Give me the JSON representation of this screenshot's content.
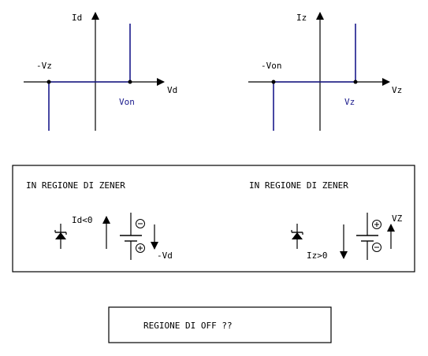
{
  "graph_left": {
    "y_axis_label": "Id",
    "x_axis_label": "Vd",
    "left_threshold_label": "-Vz",
    "right_threshold_label": "Von"
  },
  "graph_right": {
    "y_axis_label": "Iz",
    "x_axis_label": "Vz",
    "left_threshold_label": "-Von",
    "right_threshold_label": "Vz"
  },
  "zener_box": {
    "left": {
      "heading": "IN REGIONE DI ZENER",
      "current_label": "Id<0",
      "voltage_label": "-Vd"
    },
    "right": {
      "heading": "IN REGIONE DI ZENER",
      "current_label": "Iz>0",
      "voltage_label": "VZ"
    }
  },
  "off_box": {
    "text": "REGIONE DI OFF ??"
  },
  "colors": {
    "curve": "#1a1a8c",
    "axis": "#000000",
    "label_blue": "#1a1a8c"
  },
  "icons": [
    "diode-symbol-icon",
    "battery-symbol-icon",
    "arrow-up-icon",
    "arrow-down-icon"
  ]
}
